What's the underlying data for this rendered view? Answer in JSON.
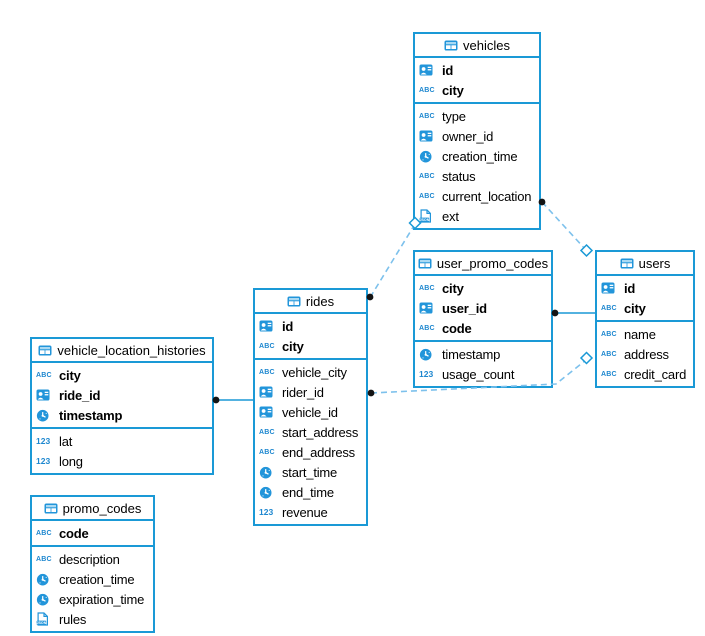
{
  "diagram": {
    "tables": [
      {
        "id": "vehicles",
        "title": "vehicles",
        "primary_columns": [
          {
            "name": "id",
            "icon": "id-icon"
          },
          {
            "name": "city",
            "icon": "text-icon"
          }
        ],
        "columns": [
          {
            "name": "type",
            "icon": "text-icon"
          },
          {
            "name": "owner_id",
            "icon": "id-icon"
          },
          {
            "name": "creation_time",
            "icon": "time-icon"
          },
          {
            "name": "status",
            "icon": "text-icon"
          },
          {
            "name": "current_location",
            "icon": "text-icon"
          },
          {
            "name": "ext",
            "icon": "json-icon"
          }
        ]
      },
      {
        "id": "user_promo_codes",
        "title": "user_promo_codes",
        "primary_columns": [
          {
            "name": "city",
            "icon": "text-icon"
          },
          {
            "name": "user_id",
            "icon": "id-icon"
          },
          {
            "name": "code",
            "icon": "text-icon"
          }
        ],
        "columns": [
          {
            "name": "timestamp",
            "icon": "time-icon"
          },
          {
            "name": "usage_count",
            "icon": "number-icon"
          }
        ]
      },
      {
        "id": "users",
        "title": "users",
        "primary_columns": [
          {
            "name": "id",
            "icon": "id-icon"
          },
          {
            "name": "city",
            "icon": "text-icon"
          }
        ],
        "columns": [
          {
            "name": "name",
            "icon": "text-icon"
          },
          {
            "name": "address",
            "icon": "text-icon"
          },
          {
            "name": "credit_card",
            "icon": "text-icon"
          }
        ]
      },
      {
        "id": "rides",
        "title": "rides",
        "primary_columns": [
          {
            "name": "id",
            "icon": "id-icon"
          },
          {
            "name": "city",
            "icon": "text-icon"
          }
        ],
        "columns": [
          {
            "name": "vehicle_city",
            "icon": "text-icon"
          },
          {
            "name": "rider_id",
            "icon": "id-icon"
          },
          {
            "name": "vehicle_id",
            "icon": "id-icon"
          },
          {
            "name": "start_address",
            "icon": "text-icon"
          },
          {
            "name": "end_address",
            "icon": "text-icon"
          },
          {
            "name": "start_time",
            "icon": "time-icon"
          },
          {
            "name": "end_time",
            "icon": "time-icon"
          },
          {
            "name": "revenue",
            "icon": "number-icon"
          }
        ]
      },
      {
        "id": "vehicle_location_histories",
        "title": "vehicle_location_histories",
        "primary_columns": [
          {
            "name": "city",
            "icon": "text-icon"
          },
          {
            "name": "ride_id",
            "icon": "id-icon"
          },
          {
            "name": "timestamp",
            "icon": "time-icon"
          }
        ],
        "columns": [
          {
            "name": "lat",
            "icon": "number-icon"
          },
          {
            "name": "long",
            "icon": "number-icon"
          }
        ]
      },
      {
        "id": "promo_codes",
        "title": "promo_codes",
        "primary_columns": [
          {
            "name": "code",
            "icon": "text-icon"
          }
        ],
        "columns": [
          {
            "name": "description",
            "icon": "text-icon"
          },
          {
            "name": "creation_time",
            "icon": "time-icon"
          },
          {
            "name": "expiration_time",
            "icon": "time-icon"
          },
          {
            "name": "rules",
            "icon": "json-icon"
          }
        ]
      }
    ],
    "type_badges": {
      "text": "ABC",
      "number": "123",
      "json": "JSON"
    },
    "relationships": [
      {
        "from": "vehicles",
        "to": "rides",
        "style": "dashed"
      },
      {
        "from": "vehicles",
        "to": "users",
        "style": "dashed"
      },
      {
        "from": "rides",
        "to": "users",
        "style": "dashed"
      },
      {
        "from": "vehicle_location_histories",
        "to": "rides",
        "style": "solid"
      },
      {
        "from": "user_promo_codes",
        "to": "users",
        "style": "solid"
      }
    ],
    "colors": {
      "table_border": "#1a99d6",
      "icon_blue": "#2295da",
      "badge_blue": "#1d87cf",
      "dashed_line": "#7dc1ec",
      "endpoint_dot": "#141414"
    }
  }
}
